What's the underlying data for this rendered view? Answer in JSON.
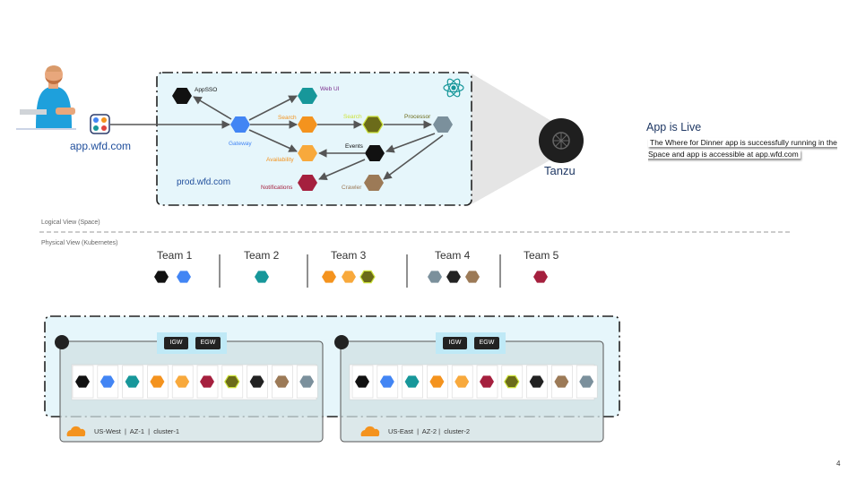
{
  "space": {
    "app_url": "app.wfd.com",
    "prod_url": "prod.wfd.com",
    "nodes": {
      "appsso": "AppSSO",
      "gateway": "Gateway",
      "webui": "Web UI",
      "search": "Search",
      "search_proc": "Search",
      "availability": "Availability",
      "events": "Events",
      "processor": "Processor",
      "notifications": "Notifications",
      "crawler": "Crawler"
    }
  },
  "tanzu": {
    "label": "Tanzu"
  },
  "callout": {
    "title": "App is Live",
    "text": "The Where for Dinner app is successfully running in the Space and app is accessible at app.wfd.com"
  },
  "views": {
    "logical": "Logical View (Space)",
    "physical": "Physical View (Kubernetes)"
  },
  "teams": [
    {
      "label": "Team 1",
      "colors": [
        "#111111",
        "#4285f4"
      ]
    },
    {
      "label": "Team 2",
      "colors": [
        "#17979a"
      ]
    },
    {
      "label": "Team 3",
      "colors": [
        "#f4931e",
        "#f8a93c",
        "#6b6b1a"
      ]
    },
    {
      "label": "Team 4",
      "colors": [
        "#7b909c",
        "#222222",
        "#9c7a57"
      ]
    },
    {
      "label": "Team 5",
      "colors": [
        "#a5203e"
      ]
    }
  ],
  "clusters": [
    {
      "igw": "IGW",
      "egw": "EGW",
      "label": "US-West  |  AZ-1  |  cluster-1"
    },
    {
      "igw": "IGW",
      "egw": "EGW",
      "label": "US-East  |  AZ-2 |  cluster-2"
    }
  ],
  "pod_colors": [
    "#111111",
    "#4285f4",
    "#17979a",
    "#f4931e",
    "#f8a93c",
    "#a5203e",
    "#6b6b1a",
    "#222222",
    "#9c7a57",
    "#7b909c"
  ],
  "colors": {
    "space_bg": "#e6f6fb",
    "orange": "#f4931e",
    "teal": "#17979a",
    "blue": "#4285f4",
    "olive": "#6b6b1a",
    "crimson": "#a5203e",
    "slate": "#7b909c",
    "brown": "#9c7a57",
    "purple": "#7b2d8e"
  },
  "page_number": "4"
}
